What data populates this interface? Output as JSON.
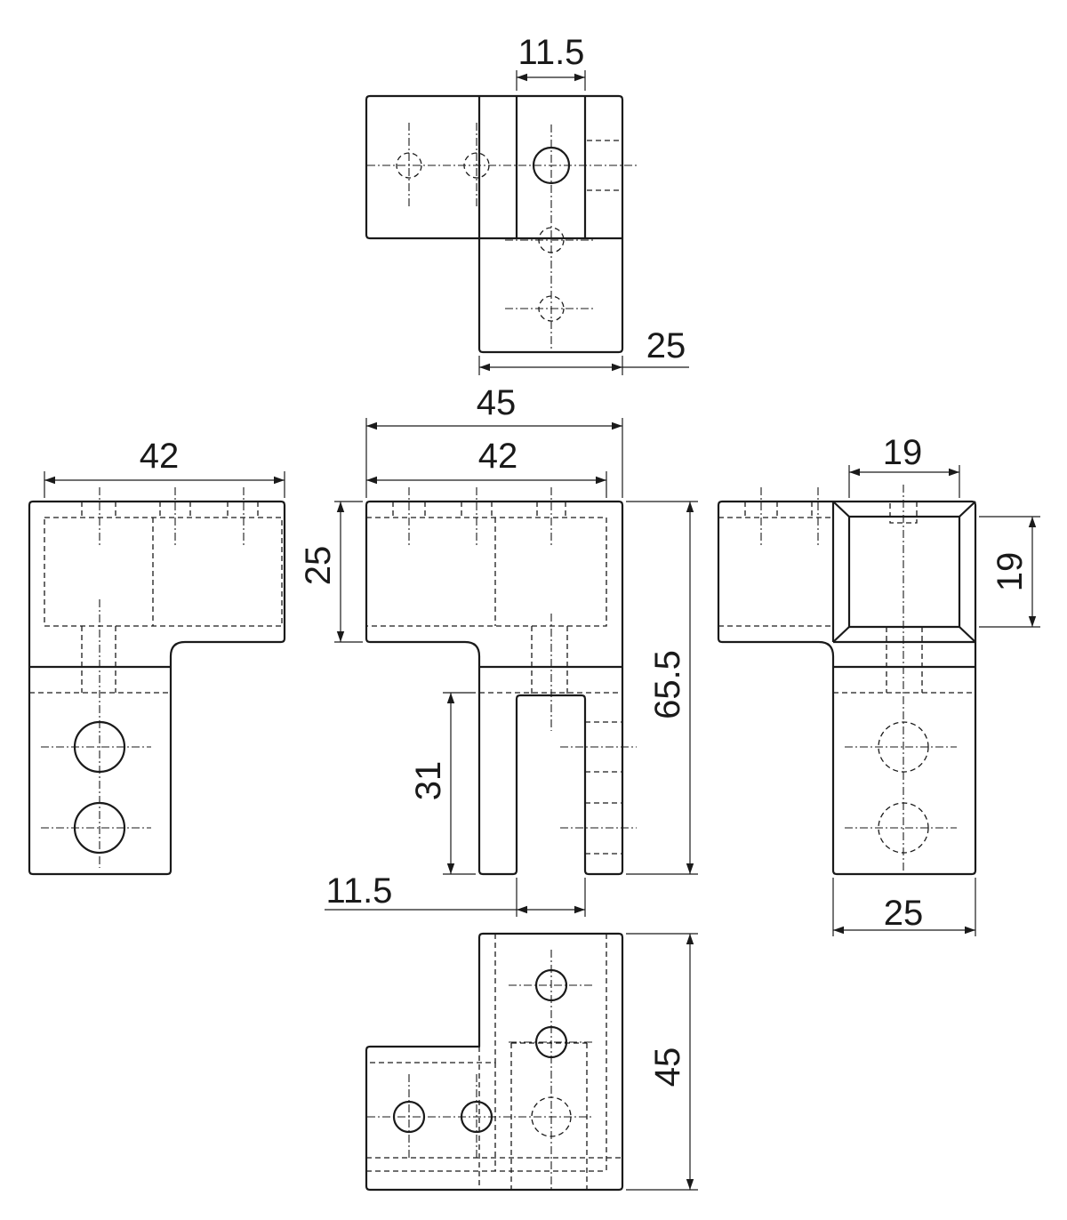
{
  "dimensions": {
    "top_11_5": "11.5",
    "top_25": "25",
    "front_45": "45",
    "front_42": "42",
    "left_42": "42",
    "front_25": "25",
    "front_65_5": "65.5",
    "front_31": "31",
    "front_11_5": "11.5",
    "right_19_top": "19",
    "right_19_side": "19",
    "right_25": "25",
    "bottom_45": "45"
  }
}
